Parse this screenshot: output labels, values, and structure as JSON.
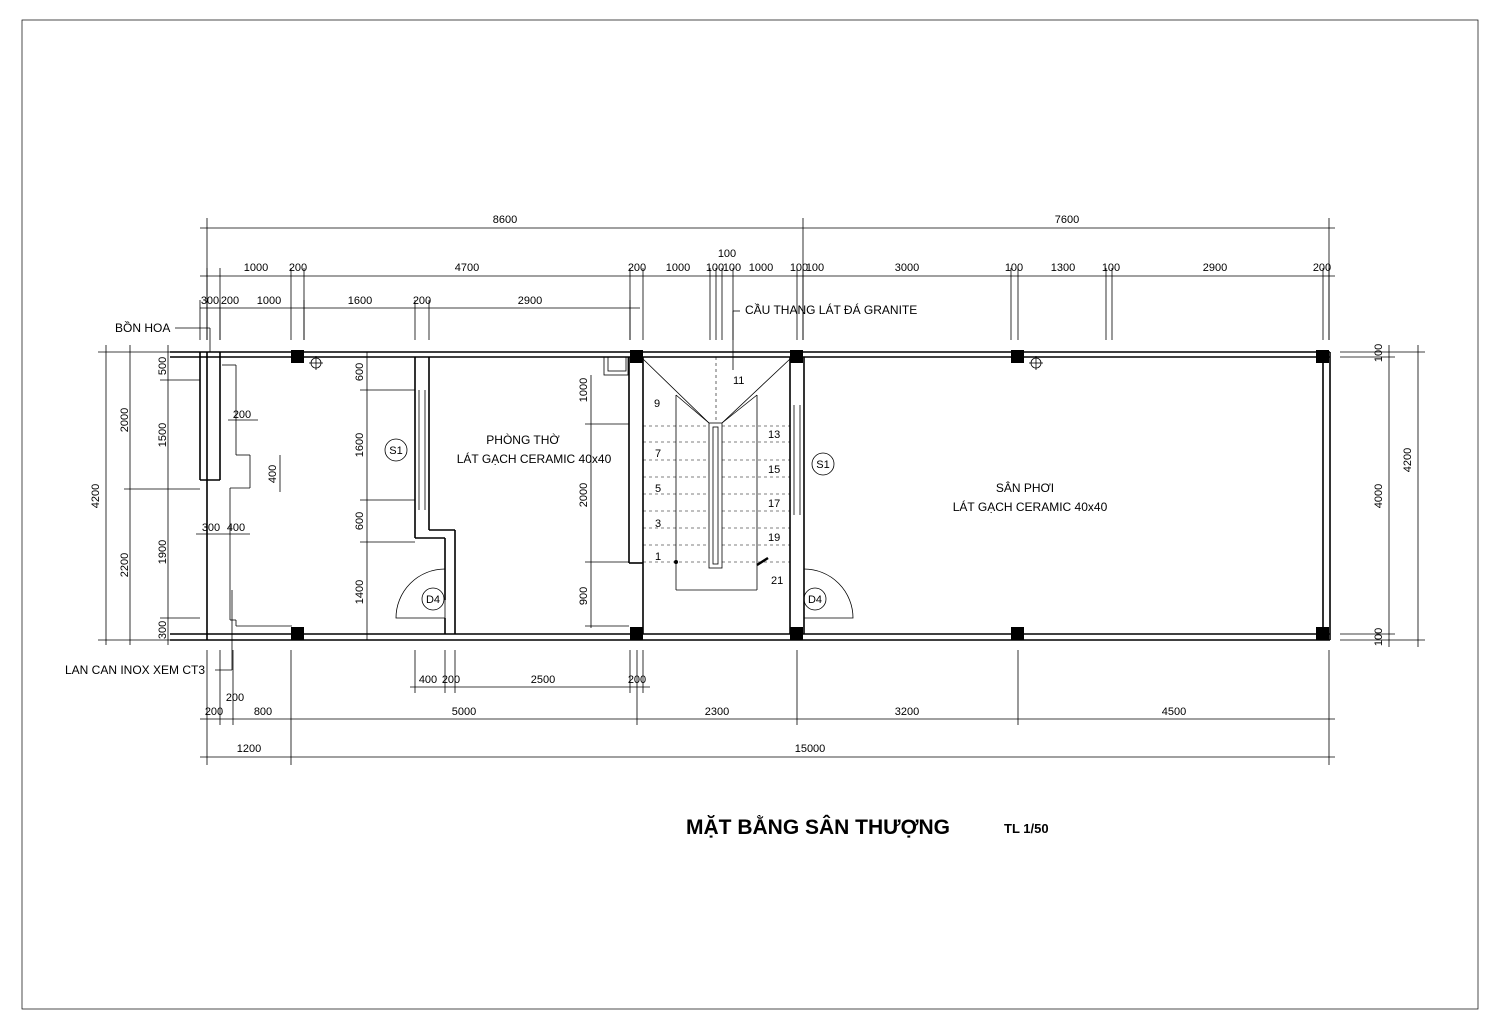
{
  "title": {
    "main": "MẶT BẰNG SÂN THƯỢNG",
    "scale": "TL 1/50"
  },
  "rooms": {
    "altar_room": {
      "name": "PHÒNG THỜ",
      "floor": "LÁT GẠCH CERAMIC 40x40"
    },
    "drying_yard": {
      "name": "SÂN PHƠI",
      "floor": "LÁT GẠCH CERAMIC 40x40"
    }
  },
  "annotations": {
    "stair": "CẦU THANG LÁT ĐÁ GRANITE",
    "flower_box": "BỒN HOA",
    "railing": "LAN CAN INOX XEM CT3"
  },
  "tags": {
    "window_left": "S1",
    "window_right": "S1",
    "door_left": "D4",
    "door_right": "D4"
  },
  "stair_steps": [
    "1",
    "3",
    "5",
    "7",
    "9",
    "11",
    "13",
    "15",
    "17",
    "19",
    "21"
  ],
  "dims_top": {
    "overall_left": "8600",
    "overall_right": "7600",
    "stair_gap": "100",
    "row2": [
      "1000",
      "200",
      "4700",
      "200",
      "1000",
      "100",
      "100",
      "1000",
      "100",
      "100",
      "3000",
      "100",
      "1300",
      "100",
      "2900",
      "200"
    ],
    "row3": [
      "300",
      "200",
      "1000",
      "1600",
      "200",
      "2900"
    ]
  },
  "dims_left": {
    "outer": "4200",
    "mid": [
      "2000",
      "2200"
    ],
    "inner": [
      "500",
      "1500",
      "1900",
      "300"
    ],
    "bay": [
      "200",
      "400"
    ],
    "bay_bottom": [
      "300",
      "400"
    ]
  },
  "dims_inner_left": [
    "600",
    "1600",
    "600",
    "1400"
  ],
  "dims_stair_left": [
    "1000",
    "2000",
    "900"
  ],
  "dims_right": {
    "outer": "4200",
    "inner": "4000",
    "top": "100",
    "bottom": "100"
  },
  "dims_bottom": {
    "row1": [
      "400",
      "200",
      "2500",
      "200"
    ],
    "row2": [
      "200",
      "800",
      "5000",
      "2300",
      "3200",
      "4500"
    ],
    "row2_extra": "200",
    "row3": [
      "1200",
      "15000"
    ]
  }
}
